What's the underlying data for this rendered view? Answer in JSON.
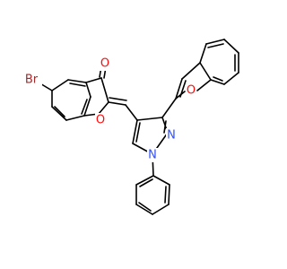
{
  "colors": {
    "bond": "#000000",
    "oxygen": "#ff0d0d",
    "nitrogen": "#3050f8",
    "bromine": "#a62929",
    "background": "#ffffff"
  },
  "labels": {
    "bromine": "Br",
    "ketone_oxygen": "O",
    "ring_oxygen_left": "O",
    "ring_oxygen_right": "O",
    "nitrogen_upper": "N",
    "nitrogen_lower": "N"
  }
}
